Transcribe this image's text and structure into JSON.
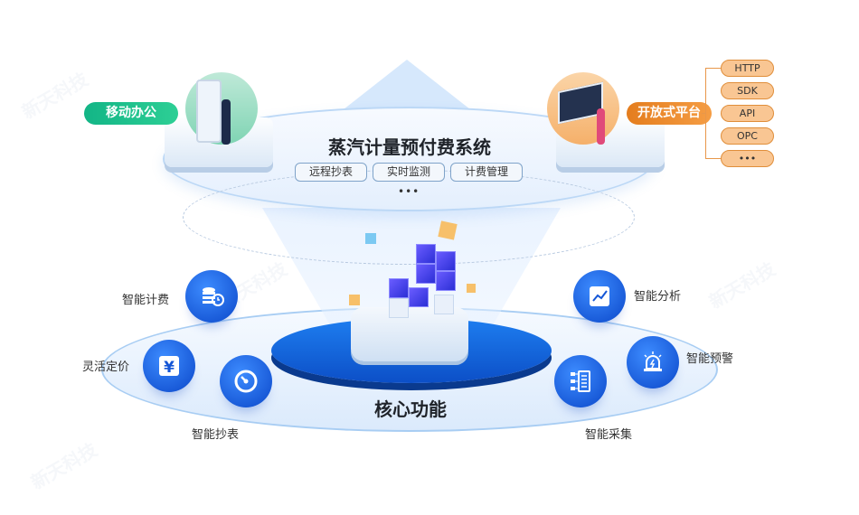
{
  "watermark": "新天科技",
  "system": {
    "title": "蒸汽计量预付费系统",
    "tags": [
      "远程抄表",
      "实时监测",
      "计费管理"
    ],
    "more": "•••"
  },
  "mobile": {
    "label": "移动办公"
  },
  "open_platform": {
    "label": "开放式平台",
    "protocols": [
      "HTTP",
      "SDK",
      "API",
      "OPC",
      "•••"
    ]
  },
  "core": {
    "title": "核心功能"
  },
  "features": [
    {
      "label": "智能计费",
      "icon": "coins-clock-icon"
    },
    {
      "label": "灵活定价",
      "icon": "yen-icon"
    },
    {
      "label": "智能抄表",
      "icon": "gauge-icon"
    },
    {
      "label": "智能分析",
      "icon": "chart-icon"
    },
    {
      "label": "智能预警",
      "icon": "alarm-icon"
    },
    {
      "label": "智能采集",
      "icon": "collection-icon"
    }
  ],
  "colors": {
    "blue": "#1464e0",
    "green": "#13b586",
    "orange": "#e47d1e"
  }
}
